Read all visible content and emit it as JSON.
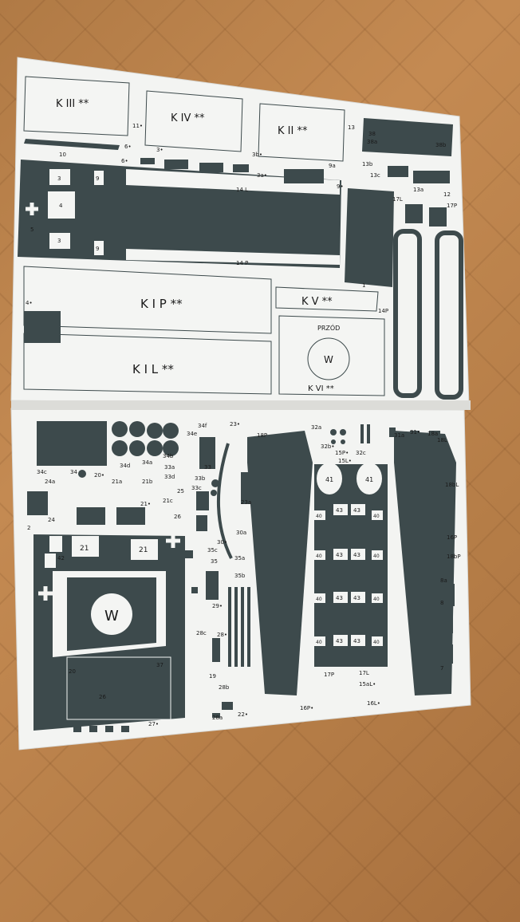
{
  "top_sheet": {
    "panel_labels": {
      "k3": "K III **",
      "k4": "K IV **",
      "k2": "K II **",
      "kip": "K I P **",
      "kil": "K I L **",
      "k5": "K V **",
      "k6": "K VI **",
      "przod": "PRZÓD",
      "w": "W"
    },
    "part_labels": {
      "p10": "10",
      "p11": "11•",
      "p6a": "6•",
      "p6b": "6•",
      "p3a": "3•",
      "p3b": "3b•",
      "p3c": "3a•",
      "p9a": "9a",
      "p9b": "9•",
      "p13": "13",
      "p38": "38",
      "p38a": "38a",
      "p38b": "38b",
      "p13b": "13b",
      "p13c": "13c",
      "p13a": "13a",
      "p12": "12",
      "p17l": "17L",
      "p17p": "17P",
      "p14l": "14 L",
      "p14p": "14 P",
      "p14pb": "14P",
      "p1": "1",
      "p4": "4•",
      "p3": "3",
      "p4b": "4",
      "p5": "5",
      "p9": "9",
      "p9c": "9",
      "p3d": "3"
    }
  },
  "bottom_sheet": {
    "part_labels": {
      "p34c": "34c",
      "p34": "34",
      "p34d": "34d",
      "p34a": "34a",
      "p34b": "34b",
      "p34e": "34e",
      "p34f": "34f",
      "p23": "23•",
      "p18p": "18P",
      "p32a": "32a",
      "p32b": "32b•",
      "p32c": "32c",
      "p15p": "15P•",
      "p15l": "15L•",
      "p31a": "31a",
      "p31": "31•",
      "p18a": "18a",
      "p18l": "18L",
      "p24a": "24a",
      "p20": "20•",
      "p21a": "21a",
      "p21b": "21b",
      "p33a": "33a",
      "p33d": "33d",
      "p33b": "33b",
      "p33c": "33c",
      "p33": "33",
      "p25": "25",
      "p21": "21•",
      "p21c": "21c",
      "p26": "26",
      "p23a": "23a",
      "p24": "24",
      "p2": "2",
      "p21x": "21",
      "p21y": "21",
      "p30a": "30a",
      "p30": "30•",
      "p35c": "35c",
      "p35": "35",
      "p35a": "35a",
      "p35b": "35b",
      "p29": "29•",
      "p28c": "28c",
      "p28": "28•",
      "p28b": "28b",
      "p28a": "28a",
      "p19": "19",
      "p22": "22•",
      "p27": "27•",
      "p26b": "26",
      "p41a": "41",
      "p41b": "41",
      "p43a": "43",
      "p43b": "43",
      "p43c": "43",
      "p43d": "43",
      "p43e": "43",
      "p43f": "43",
      "p43g": "43",
      "p43h": "43",
      "p40a": "40",
      "p40b": "40",
      "p40c": "40",
      "p40d": "40",
      "p40e": "40",
      "p40f": "40",
      "p40g": "40",
      "p40h": "40",
      "p17pb": "17P",
      "p17lb": "17L",
      "p16p": "16P•",
      "p15al": "15aL•",
      "p16l": "16L•",
      "p18bl": "18bL",
      "p18bp": "18bP",
      "p16bp": "16P",
      "p8a": "8a",
      "p8": "8",
      "p7": "7",
      "p42": "42",
      "p20b": "20",
      "p37": "37"
    },
    "w": "W"
  },
  "colors": {
    "ink": "#3d4a4c",
    "paper": "#f4f5f3",
    "wood": "#b57d47"
  }
}
